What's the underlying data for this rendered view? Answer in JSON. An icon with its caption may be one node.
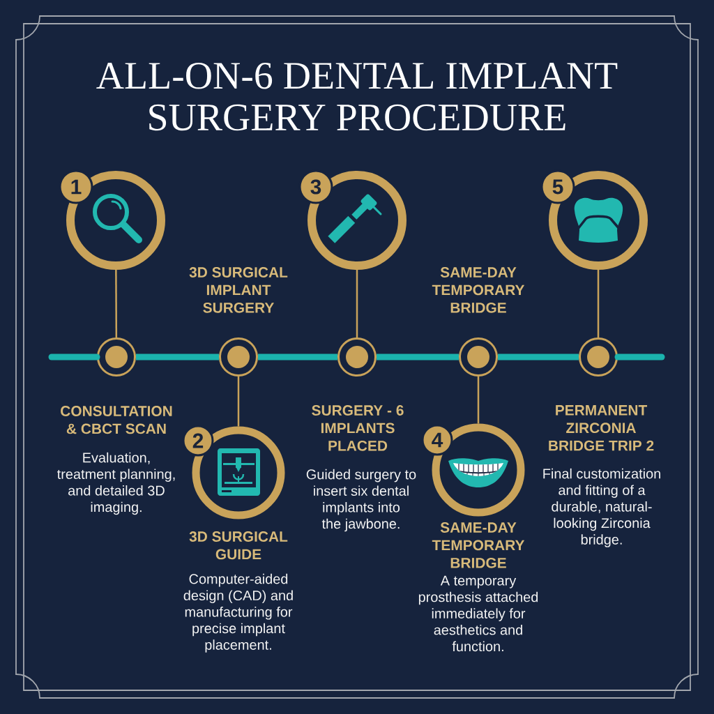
{
  "diagram": {
    "title": "ALL-ON-6 DENTAL IMPLANT SURGERY PROCEDURE",
    "nodes": [
      {
        "text": [
          "1"
        ]
      },
      {
        "text": [],
        "shape": "circle"
      },
      {
        "text": [],
        "shape": "circle"
      },
      {
        "text": [
          "2"
        ]
      },
      {
        "text": [],
        "shape": "circle",
        "beside": [
          "3D SURGICAL GUIDE",
          "Computer-aided design (CAD) and manufacturing for precise implant placement."
        ]
      },
      {
        "text": [],
        "shape": "circle",
        "beside": [
          "3D SURGICAL IMPLANT SURGERY"
        ]
      },
      {
        "text": [
          "3"
        ]
      },
      {
        "text": [],
        "shape": "circle"
      },
      {
        "text": [],
        "shape": "circle",
        "beside": [
          "SURGERY - 6 IMPLANTS PLACED",
          "Guided surgery to insert six dental implants into the jawbone."
        ]
      },
      {
        "text": [
          "4"
        ]
      },
      {
        "text": [],
        "shape": "circle",
        "beside": [
          "SAME-DAY TEMPORARY BRIDGE",
          "A temporary prosthesis attached immediately for aesthetics and function."
        ]
      },
      {
        "text": [],
        "shape": "circle",
        "beside": [
          "SAME-DAY TEMPORARY BRIDGE"
        ]
      },
      {
        "text": [
          "5"
        ]
      },
      {
        "text": [],
        "shape": "circle"
      },
      {
        "text": [],
        "shape": "circle",
        "beside": [
          "PERMANENT ZIRCONIA BRIDGE TRIP 2",
          "Final customization and fitting of a durable, natural-looking Zirconia bridge."
        ]
      }
    ],
    "edges": [
      {
        "from": 1,
        "to": 2,
        "arrow": "none"
      },
      {
        "from": 4,
        "to": 5,
        "arrow": "none"
      },
      {
        "from": 7,
        "to": 8,
        "arrow": "none"
      },
      {
        "from": 10,
        "to": 11,
        "arrow": "none"
      },
      {
        "from": 13,
        "to": 14,
        "arrow": "none"
      },
      {
        "from": 2,
        "to": 5,
        "arrow": "none",
        "style": "thick",
        "color": "#1bb3ad"
      },
      {
        "from": 5,
        "to": 8,
        "arrow": "none",
        "style": "thick",
        "color": "#1bb3ad"
      },
      {
        "from": 8,
        "to": 11,
        "arrow": "none",
        "style": "thick",
        "color": "#1bb3ad"
      },
      {
        "from": 11,
        "to": 14,
        "arrow": "none",
        "style": "thick",
        "color": "#1bb3ad"
      }
    ],
    "labels": [
      "CONSULTATION & CBCT SCAN",
      "Evaluation, treatment planning, and detailed 3D imaging."
    ]
  }
}
